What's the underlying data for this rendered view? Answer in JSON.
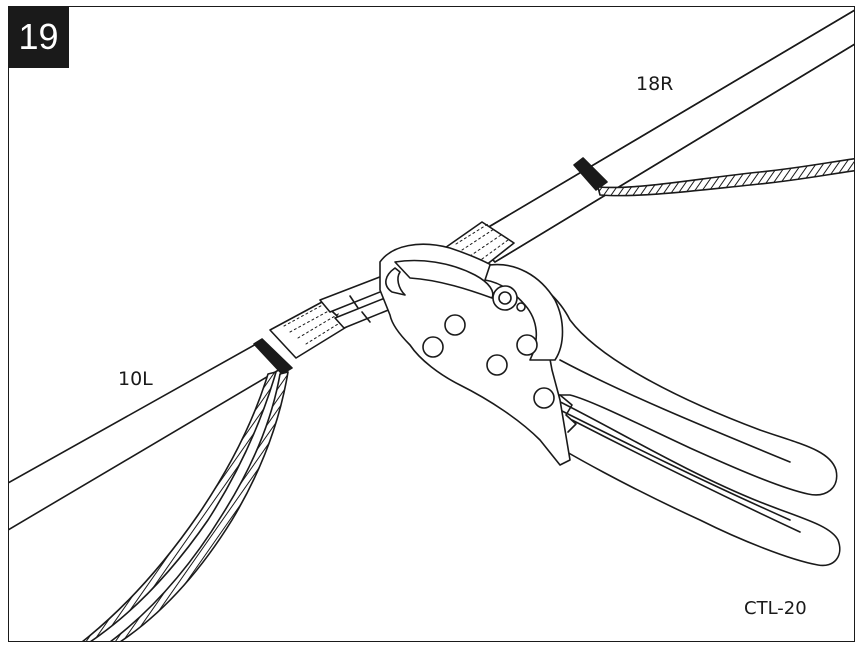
{
  "step": {
    "number": "19"
  },
  "labels": {
    "line_right": "18R",
    "line_left": "10L",
    "part_code": "CTL-20"
  },
  "colors": {
    "ink": "#1a1a1a",
    "paper": "#ffffff",
    "shade": "#d9d9d9"
  },
  "icons": {
    "tool": "crimping-pliers-icon"
  }
}
